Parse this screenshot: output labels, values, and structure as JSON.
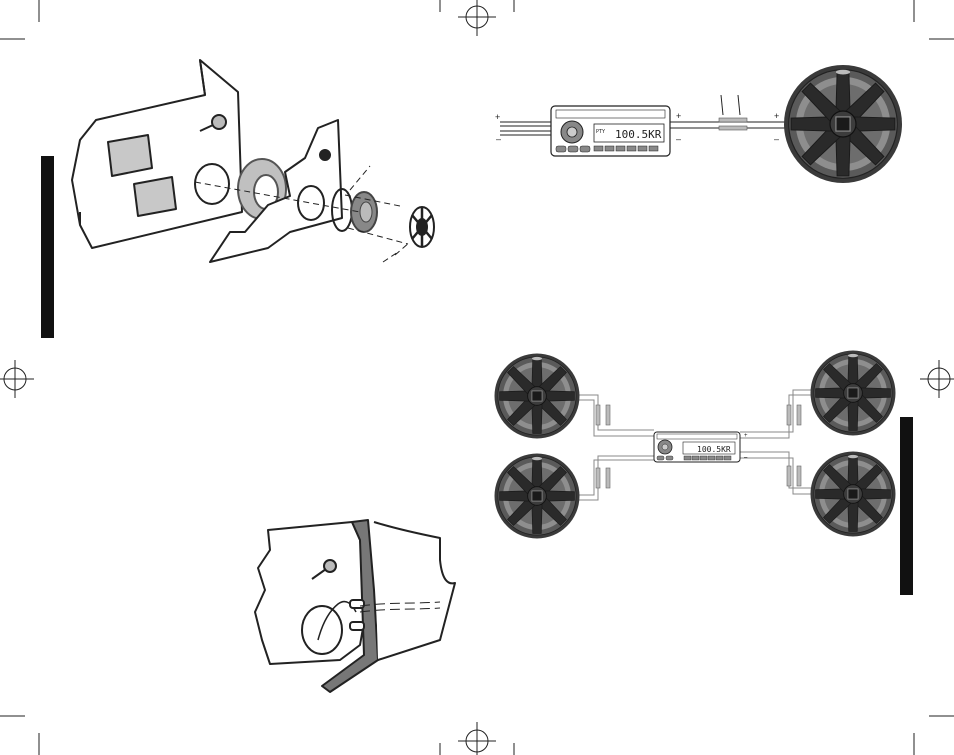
{
  "page": {
    "left_panel": {
      "figure_door_install": {
        "caption": ""
      },
      "figure_wire_routing": {
        "caption": ""
      }
    },
    "right_panel": {
      "figure_single_speaker_wiring": {
        "head_unit_display": "100.5KR",
        "display_small_left": "PTY",
        "terminal_marks": {
          "positive": "+",
          "negative": "–"
        }
      },
      "figure_four_speaker_wiring": {
        "head_unit_display": "100.5KR",
        "terminal_marks": {
          "positive": "+",
          "negative": "–"
        }
      }
    },
    "colors": {
      "ink": "#222222",
      "tab_black": "#111111",
      "speaker_dark": "#3a3a3a",
      "speaker_mid": "#6d6d6d",
      "speaker_light": "#9a9a9a",
      "wire_gray": "#bbbbbb"
    },
    "icons": [
      "registration-mark",
      "crop-mark",
      "speaker-grille",
      "car-stereo",
      "door-panel"
    ]
  }
}
